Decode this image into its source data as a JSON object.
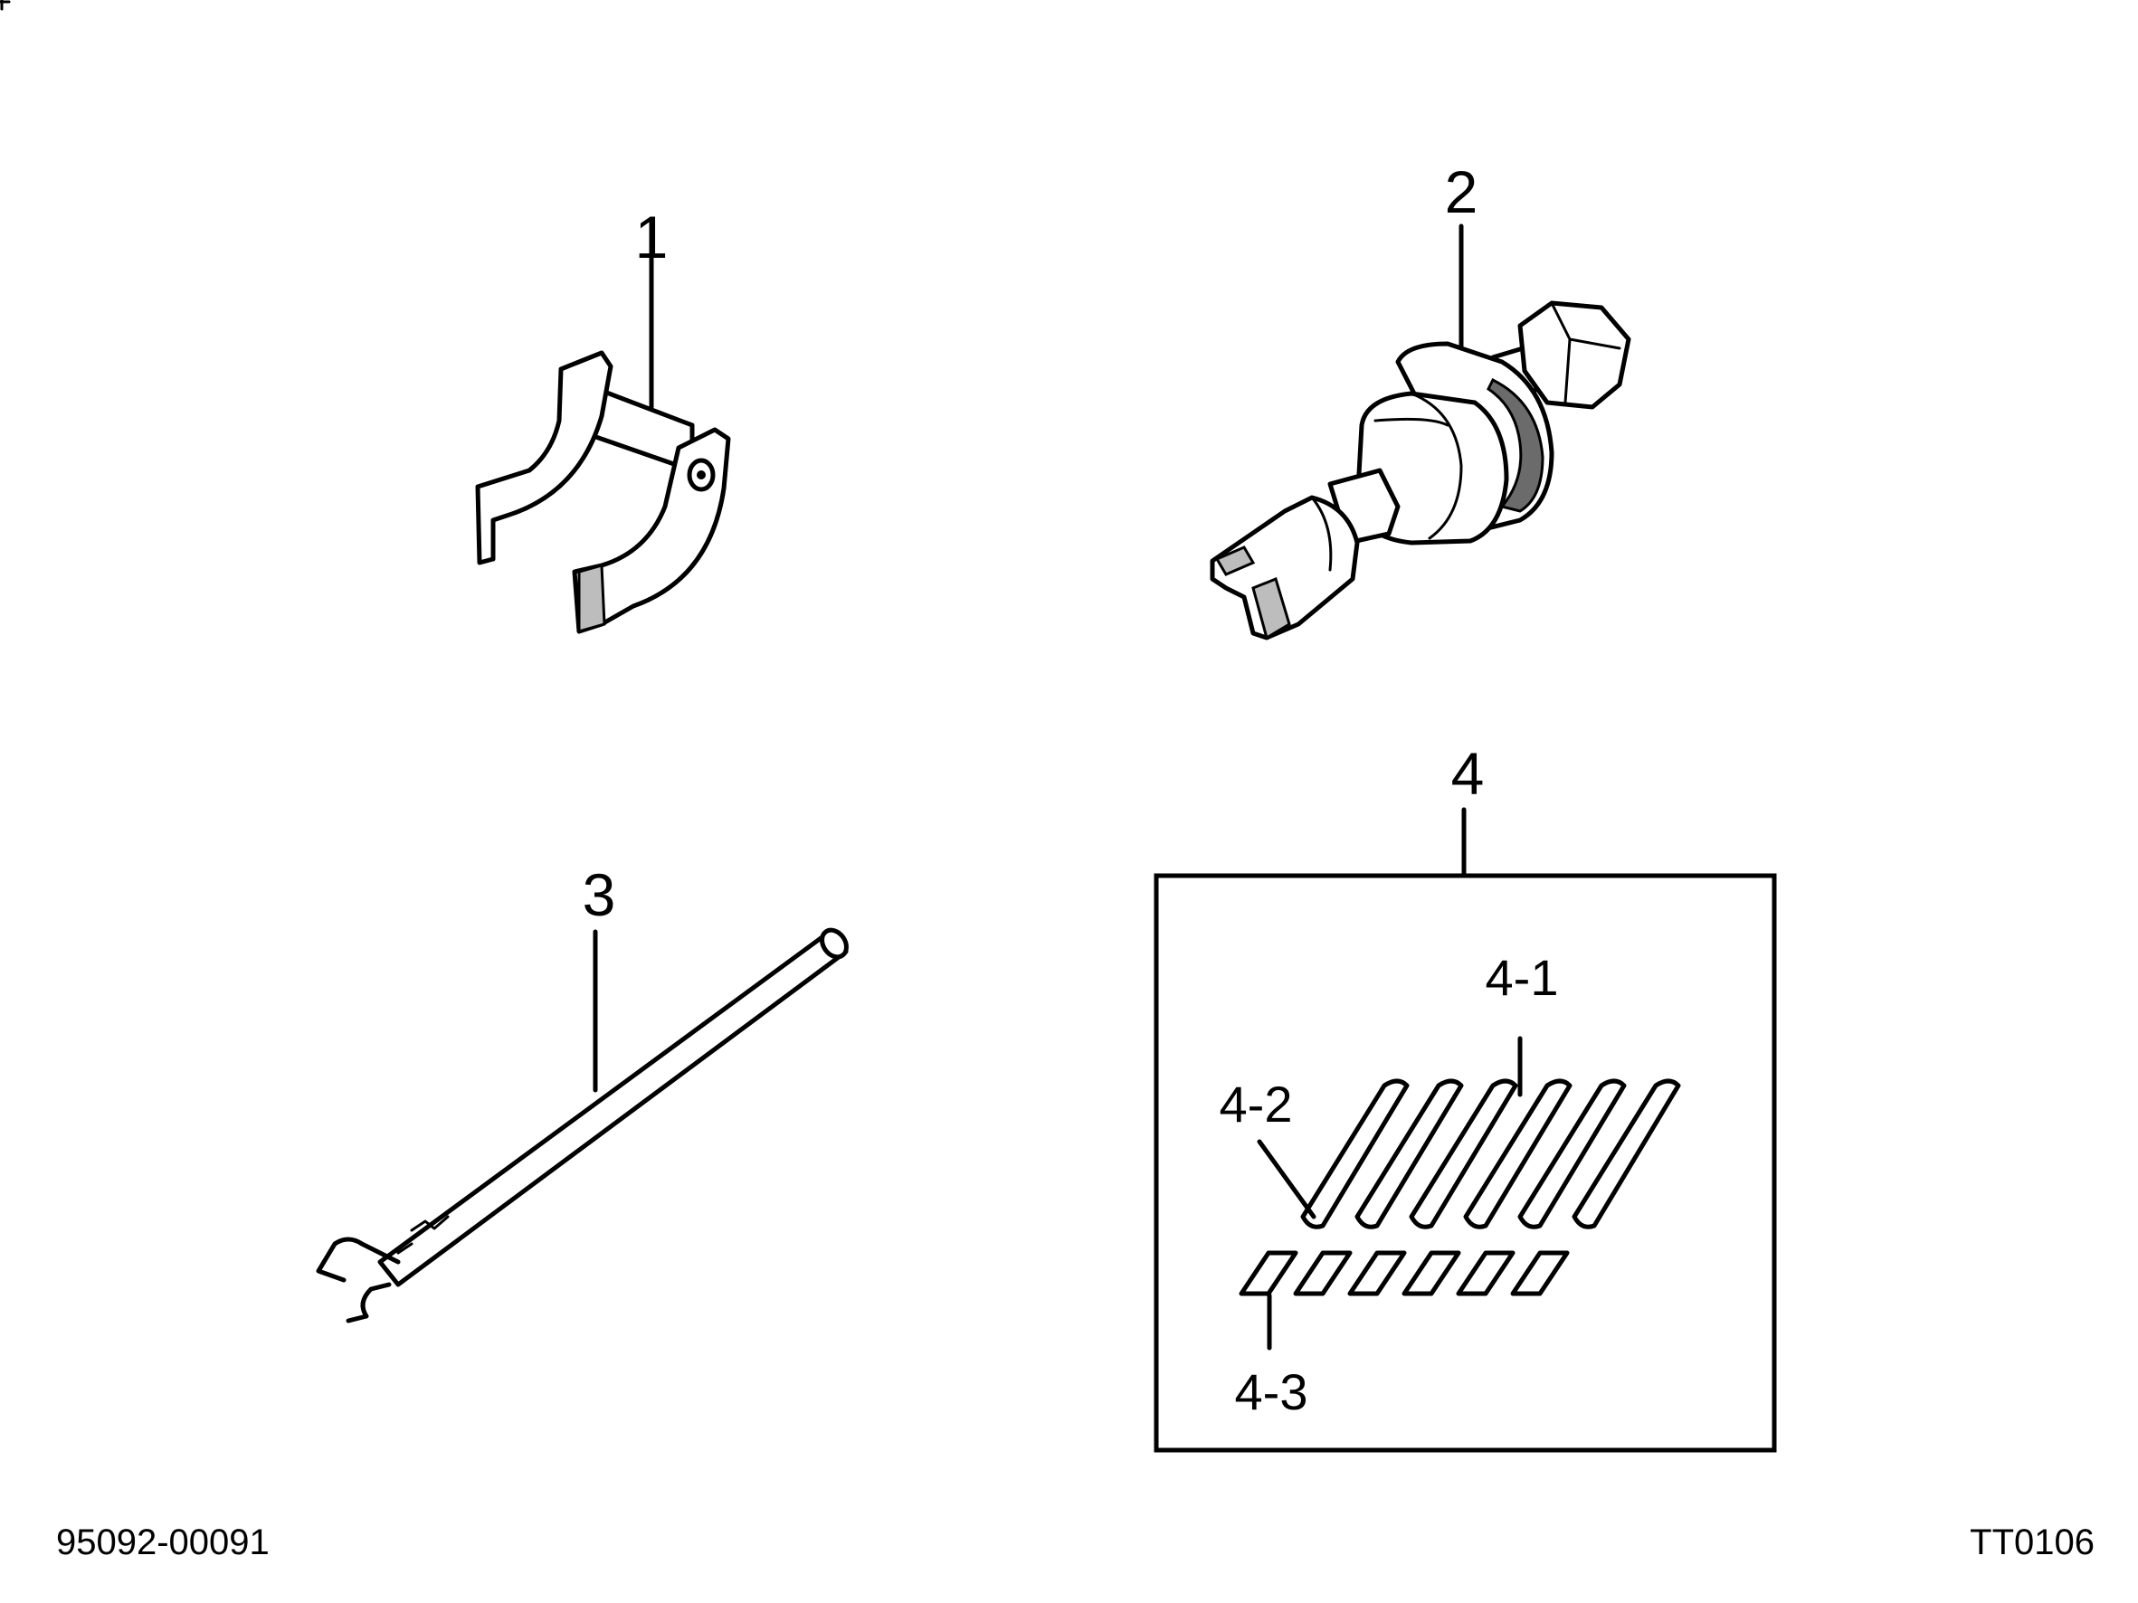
{
  "callouts": {
    "part1": "1",
    "part2": "2",
    "part3": "3",
    "part4": "4",
    "part4_1": "4-1",
    "part4_2": "4-2",
    "part4_3": "4-3"
  },
  "footer": {
    "part_number": "95092-00091",
    "figure_code": "TT0106"
  }
}
